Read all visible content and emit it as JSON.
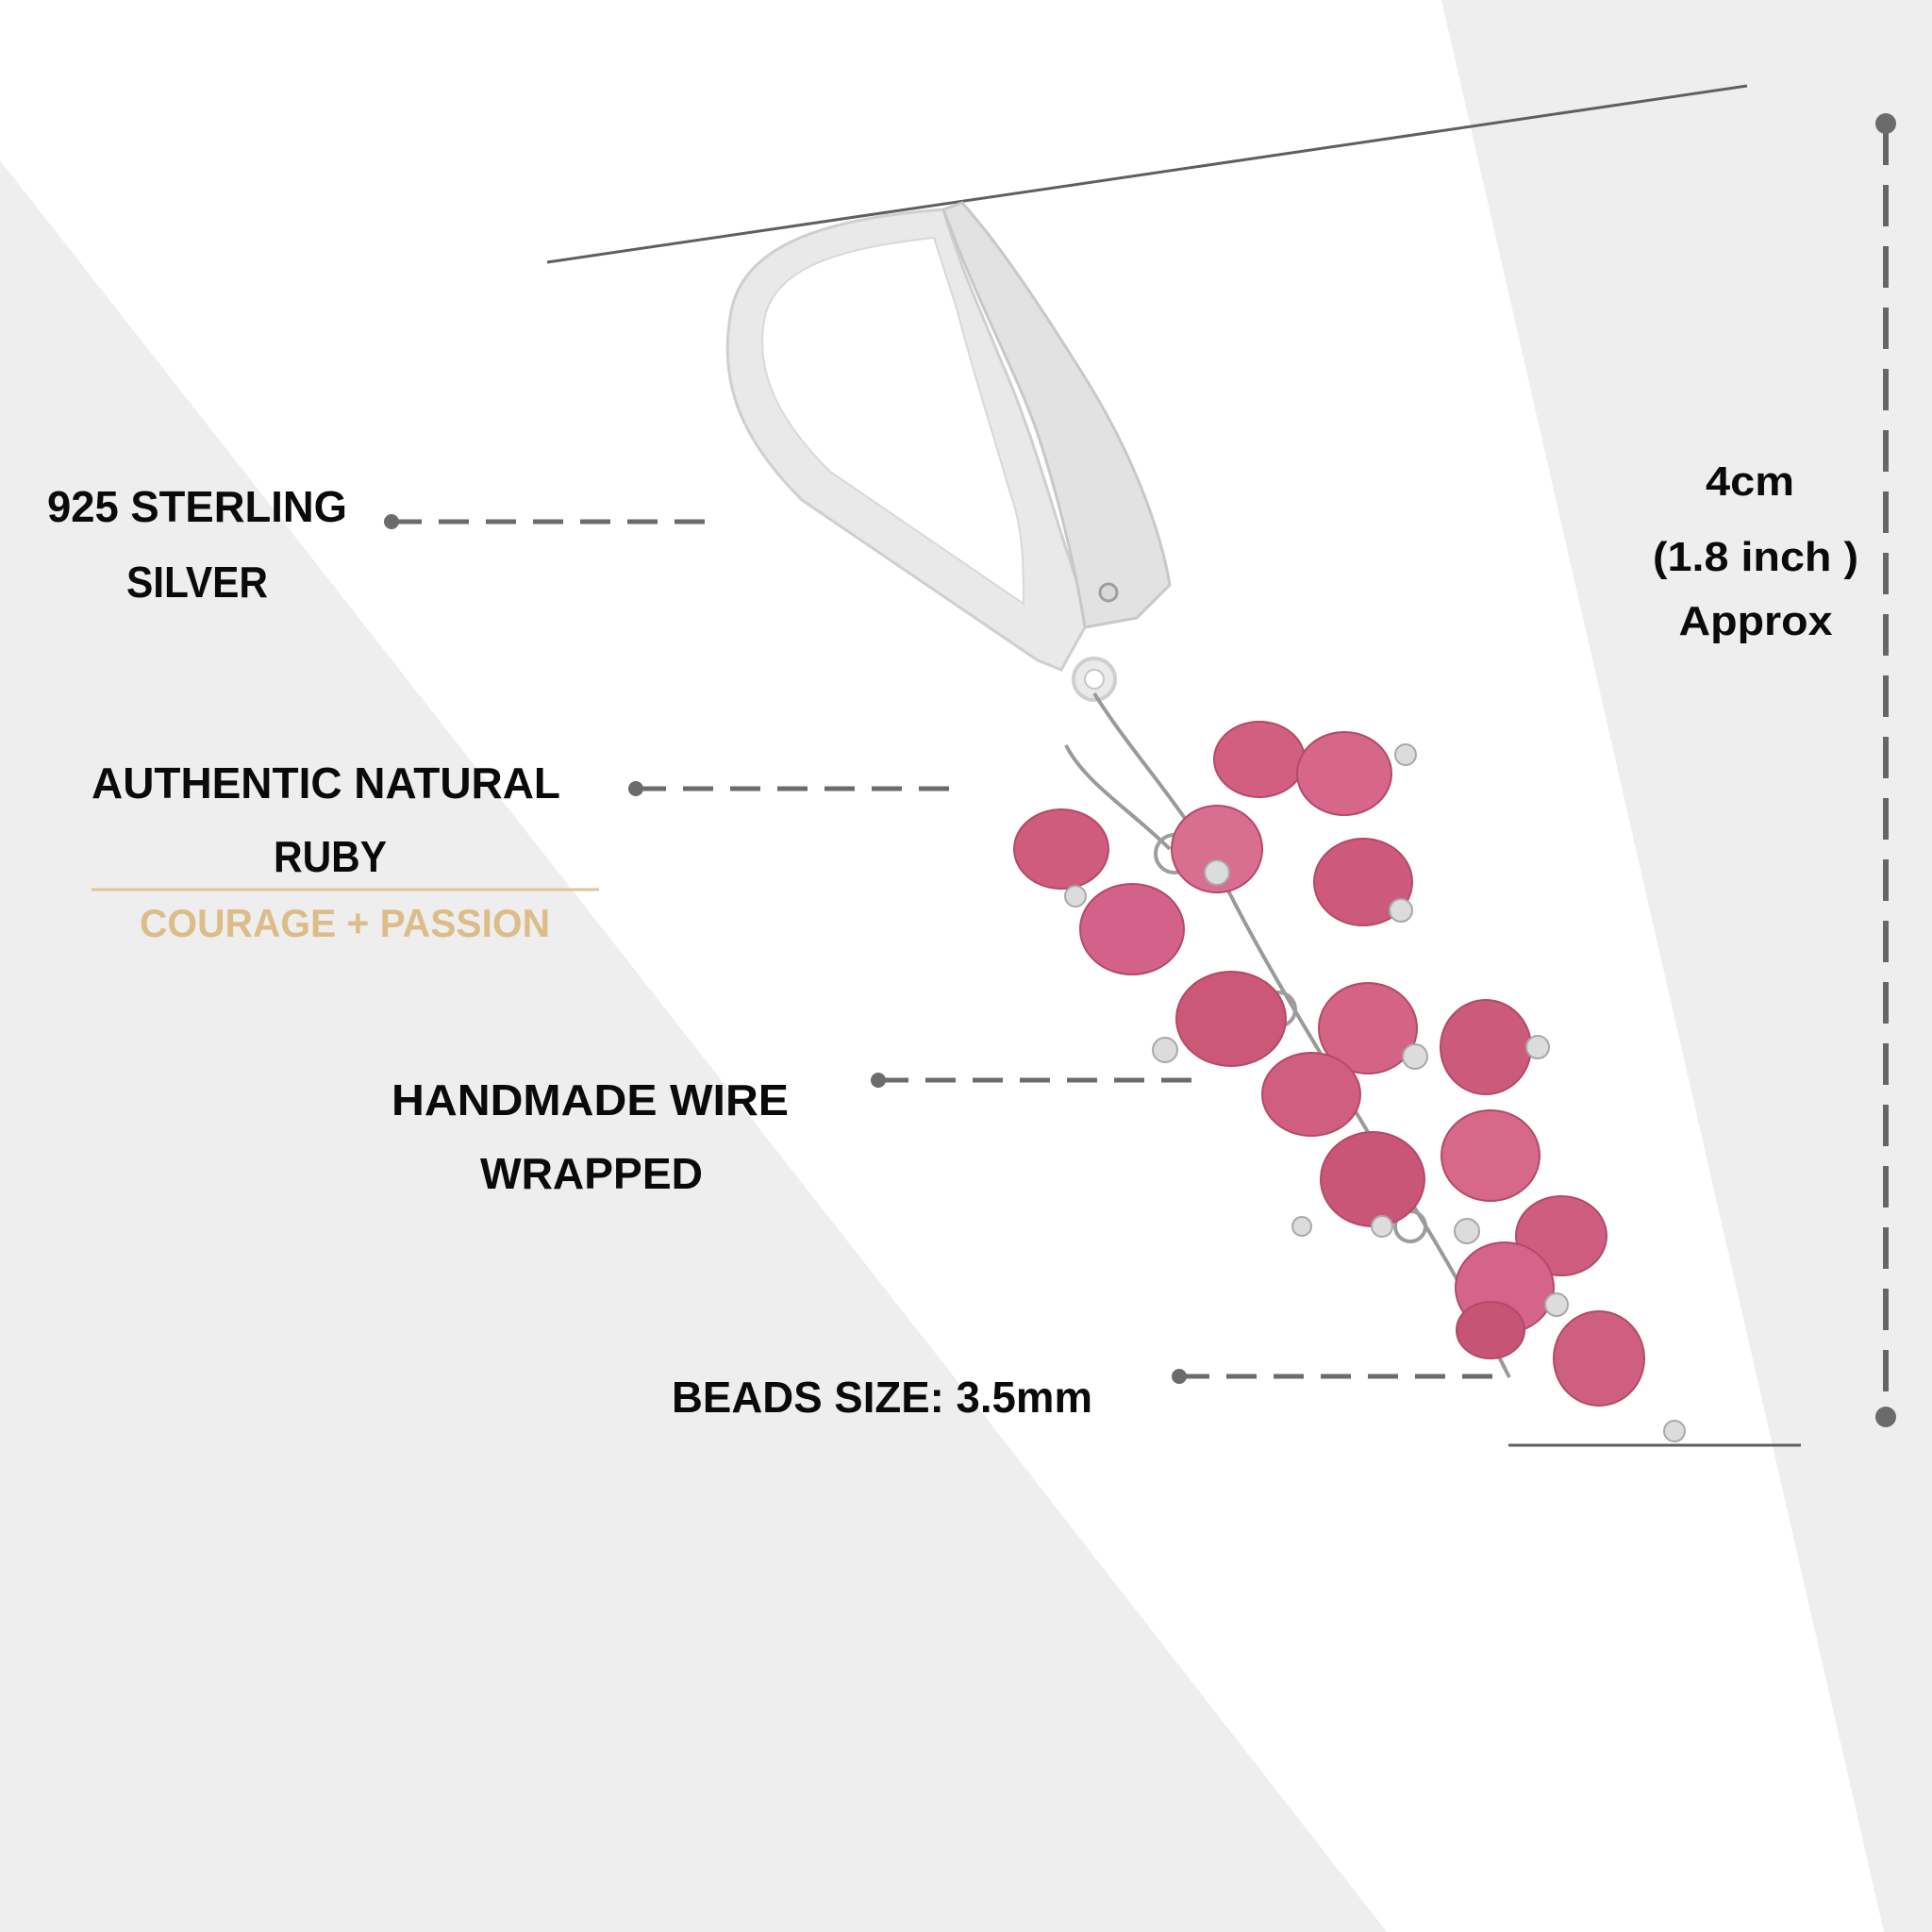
{
  "colors": {
    "background": "#ffffff",
    "panel_gray": "#eeeeee",
    "text": "#0a0a0a",
    "accent_gold": "#dcbd8a",
    "gold_rule": "#e0c59a",
    "leader_line": "#6b6b6b",
    "ruby_pink": "#d3607f",
    "silver": "#e6e6e6"
  },
  "product": {
    "name": "Ruby cluster lever-back earring",
    "image_alt": "Sterling silver lever-back earring with cluster of wire-wrapped pink ruby rondelle beads"
  },
  "callouts": [
    {
      "id": "material",
      "lines": [
        "925 STERLING",
        "SILVER"
      ]
    },
    {
      "id": "gemstone",
      "lines": [
        "AUTHENTIC NATURAL",
        "RUBY"
      ],
      "subtitle": "COURAGE + PASSION"
    },
    {
      "id": "craft",
      "lines": [
        "HANDMADE WIRE",
        "WRAPPED"
      ]
    },
    {
      "id": "bead_size",
      "lines": [
        "BEADS SIZE: 3.5mm"
      ]
    }
  ],
  "dimension": {
    "length_metric": "4cm",
    "length_imperial": "(1.8 inch )",
    "qualifier": "Approx"
  }
}
